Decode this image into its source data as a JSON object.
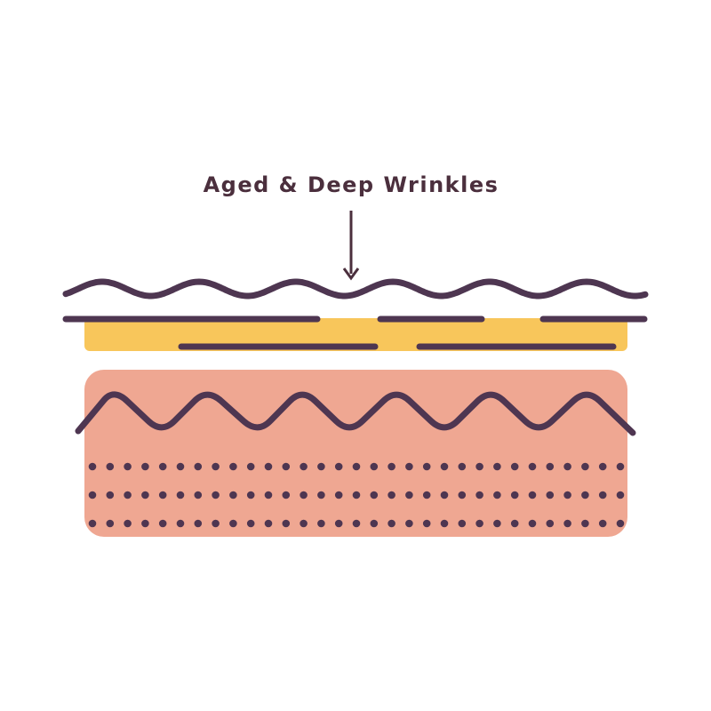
{
  "label": "Aged & Deep Wrinkles",
  "colors": {
    "ink": "#4E3651",
    "epidermis": "#F8C65B",
    "dermis": "#EFA792",
    "text": "#4b2f3d"
  },
  "dermis_dot_rows": 3,
  "dermis_dots_per_row": 31
}
